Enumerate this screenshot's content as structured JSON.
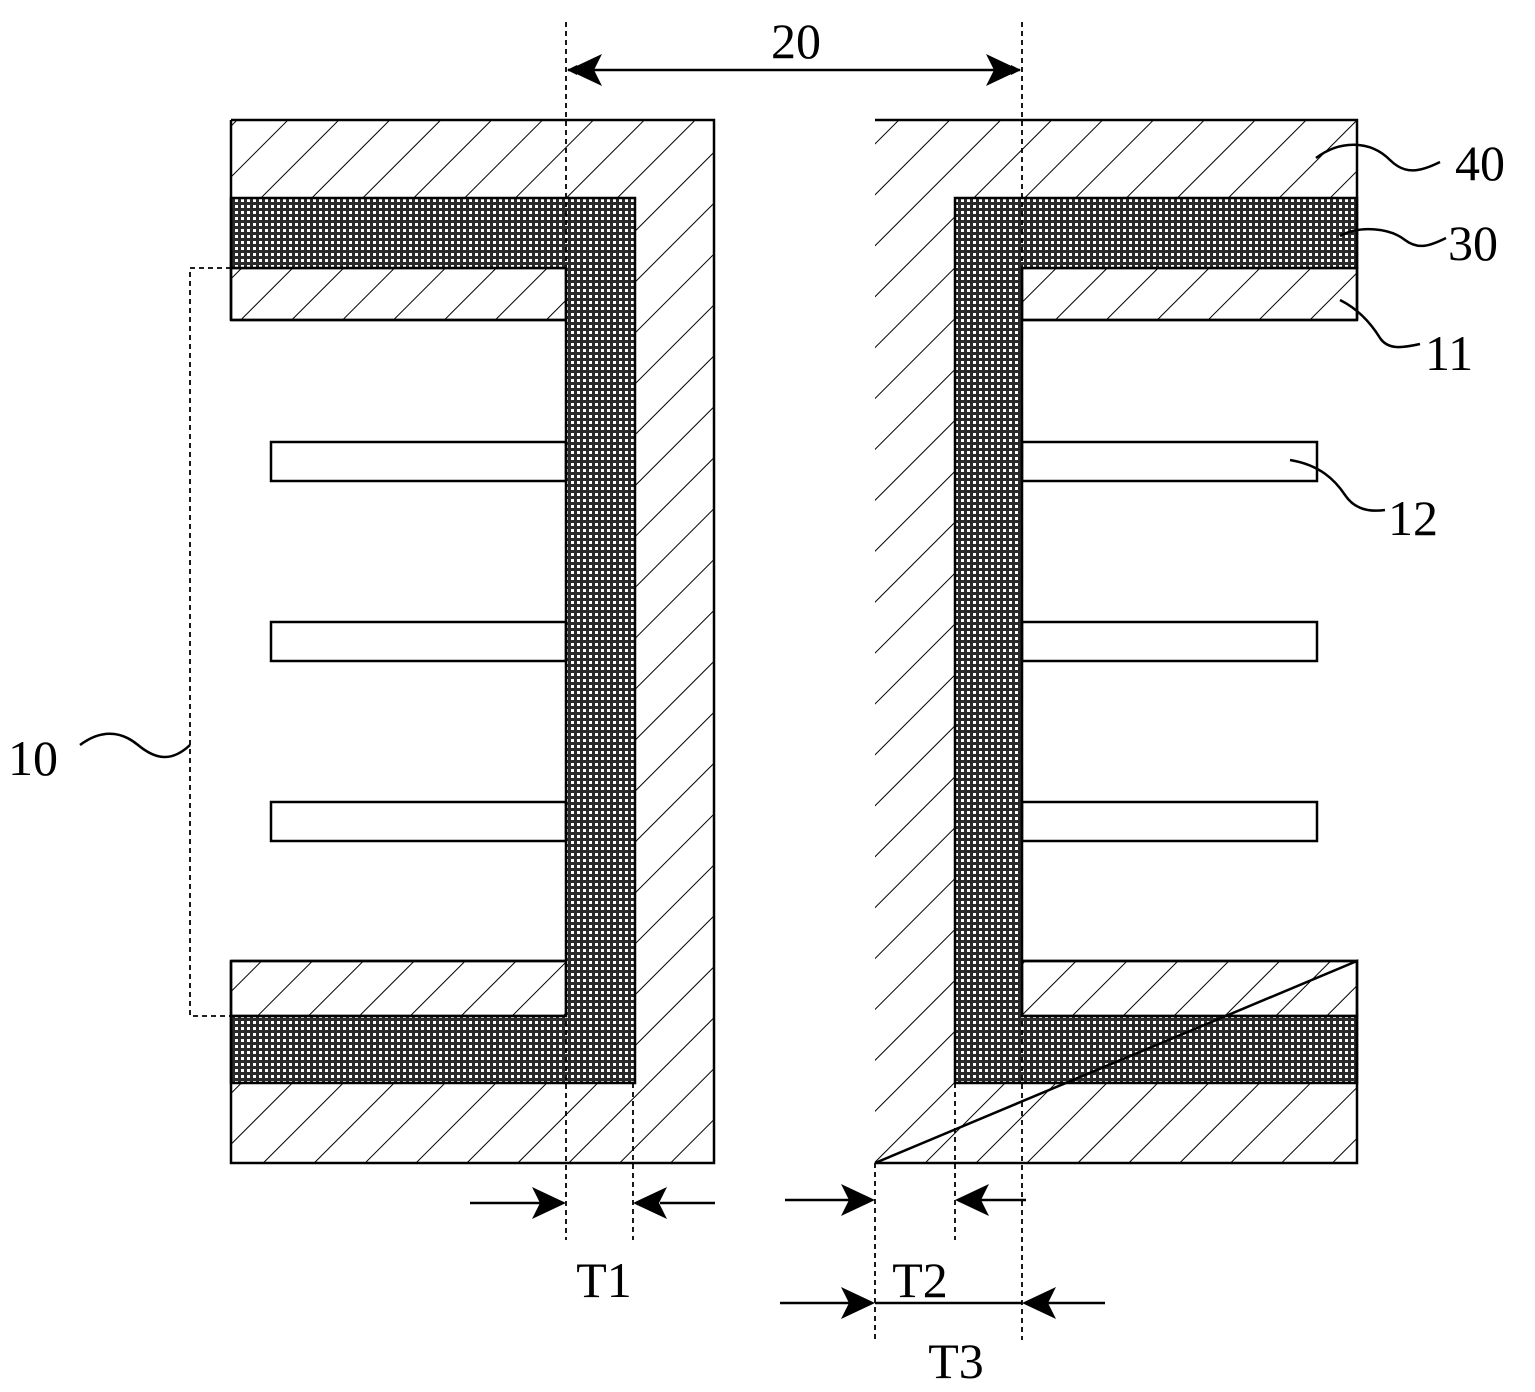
{
  "figure": {
    "labels": {
      "channel_hole_width": "20",
      "stack_structure": "10",
      "sacrificial_layer": "11",
      "gate_layer": "12",
      "blocking_layer": "30",
      "channel_material": "40",
      "thickness_1": "T1",
      "thickness_2": "T2",
      "thickness_3": "T3"
    }
  }
}
